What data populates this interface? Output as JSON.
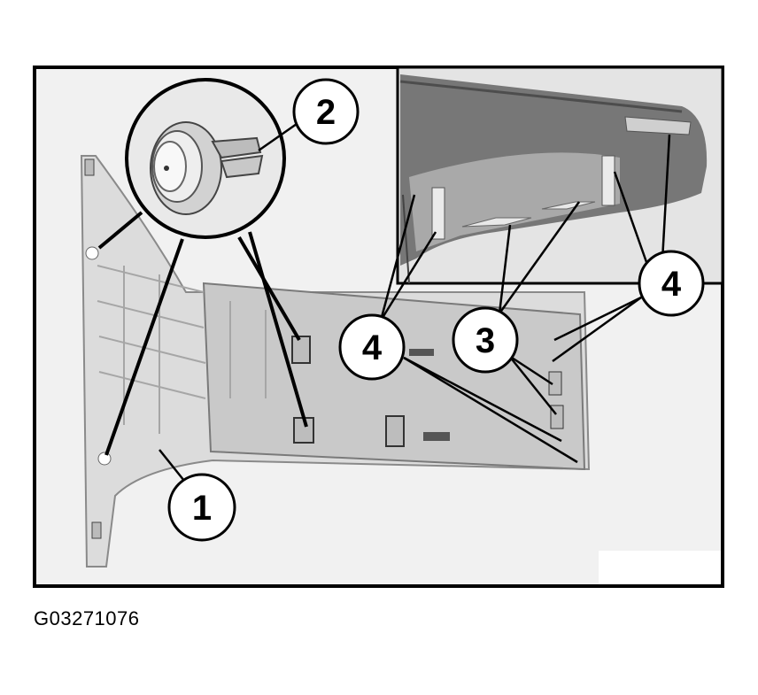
{
  "figure": {
    "id": "G03271076",
    "callouts": [
      {
        "key": "callout-1",
        "label": "1"
      },
      {
        "key": "callout-2",
        "label": "2"
      },
      {
        "key": "callout-3",
        "label": "3"
      },
      {
        "key": "callout-4-left",
        "label": "4"
      },
      {
        "key": "callout-4-right",
        "label": "4"
      }
    ]
  }
}
